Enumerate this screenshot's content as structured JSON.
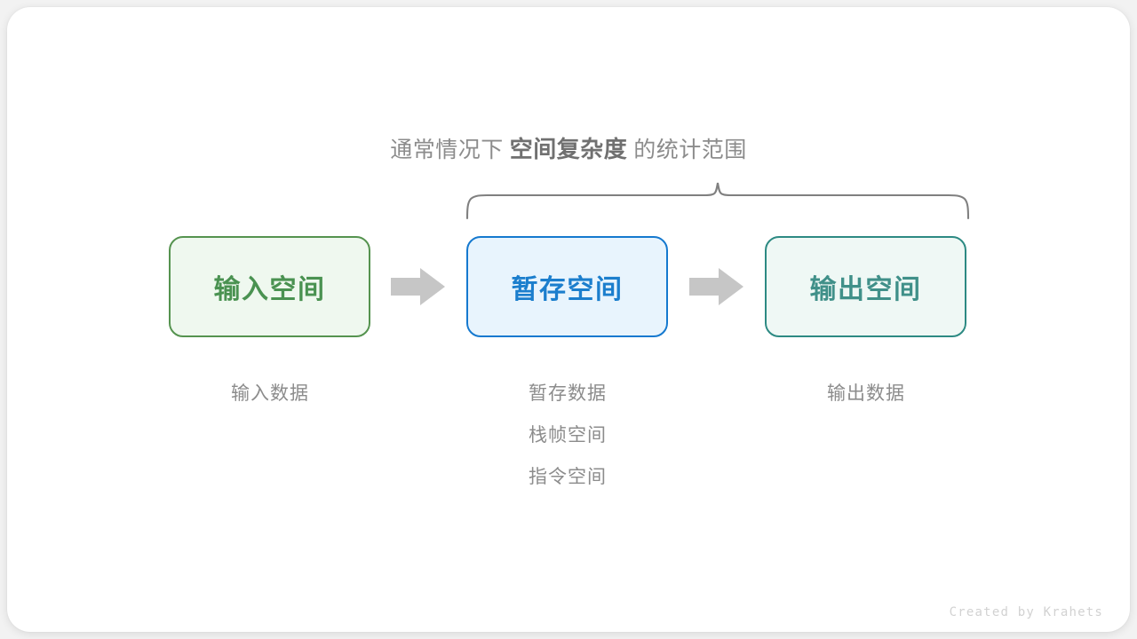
{
  "caption": {
    "prefix": "通常情况下",
    "emphasis": "空间复杂度",
    "suffix": "的统计范围"
  },
  "boxes": [
    {
      "key": "input",
      "title": "输入空间",
      "accent": "#4a9251",
      "border": "#55934f",
      "fill": "#eff8ef"
    },
    {
      "key": "temp",
      "title": "暂存空间",
      "accent": "#1b7ecd",
      "border": "#1579cf",
      "fill": "#e8f4fd"
    },
    {
      "key": "output",
      "title": "输出空间",
      "accent": "#409089",
      "border": "#2d8a83",
      "fill": "#eff8f5"
    }
  ],
  "sublabels": {
    "input": [
      "输入数据"
    ],
    "temp": [
      "暂存数据",
      "栈帧空间",
      "指令空间"
    ],
    "output": [
      "输出数据"
    ]
  },
  "arrows": [
    {
      "name": "arrow-input-to-temp"
    },
    {
      "name": "arrow-temp-to-output"
    }
  ],
  "brace": {
    "color": "#808080",
    "label": "空间复杂度统计范围"
  },
  "watermark": "Created by Krahets"
}
